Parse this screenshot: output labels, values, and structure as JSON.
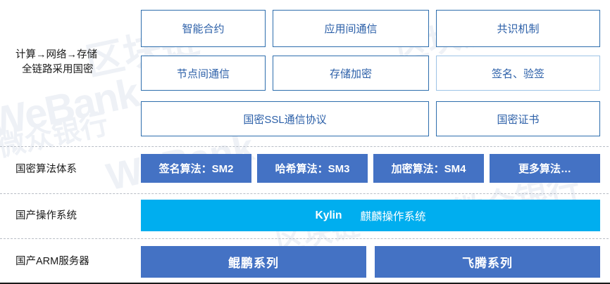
{
  "watermark": {
    "brand_latin": "WeBank",
    "brand_cn": "微众银行",
    "tag_cn": "区块链"
  },
  "colors": {
    "outline_border": "#2e6ead",
    "outline_border_light": "#9dc3e6",
    "outline_text": "#2b5fa8",
    "solid_blue": "#4472c4",
    "cyan": "#00aeef",
    "separator": "#b9bec6",
    "label_text": "#1a1a1a"
  },
  "bands": [
    {
      "id": "crypto-stack",
      "label_line1": "计算→网络→存储",
      "label_line2": "全链路采用国密",
      "rows": [
        {
          "id": "row-1",
          "boxes": [
            {
              "label": "智能合约",
              "style": "outline"
            },
            {
              "label": "应用间通信",
              "style": "outline"
            },
            {
              "label": "共识机制",
              "style": "outline"
            }
          ]
        },
        {
          "id": "row-2",
          "boxes": [
            {
              "label": "节点间通信",
              "style": "outline"
            },
            {
              "label": "存储加密",
              "style": "outline"
            },
            {
              "label": "签名、验签",
              "style": "outline-light"
            }
          ]
        },
        {
          "id": "row-3",
          "boxes": [
            {
              "label": "国密SSL通信协议",
              "style": "outline",
              "span": 2
            },
            {
              "label": "国密证书",
              "style": "outline",
              "span": 1
            }
          ]
        }
      ]
    },
    {
      "id": "algorithms",
      "label_line1": "国密算法体系",
      "label_line2": "",
      "rows": [
        {
          "id": "row-alg",
          "boxes": [
            {
              "label": "签名算法：SM2",
              "style": "solid"
            },
            {
              "label": "哈希算法：SM3",
              "style": "solid"
            },
            {
              "label": "加密算法：SM4",
              "style": "solid"
            },
            {
              "label": "更多算法…",
              "style": "solid"
            }
          ]
        }
      ]
    },
    {
      "id": "operating-system",
      "label_line1": "国产操作系统",
      "label_line2": "",
      "rows": [
        {
          "id": "row-os",
          "boxes": [
            {
              "label": "Kylin",
              "label2": "麒麟操作系统",
              "style": "cyan"
            }
          ]
        }
      ]
    },
    {
      "id": "arm-server",
      "label_line1": "国产ARM服务器",
      "label_line2": "",
      "rows": [
        {
          "id": "row-arm",
          "boxes": [
            {
              "label": "鲲鹏系列",
              "style": "navy"
            },
            {
              "label": "飞腾系列",
              "style": "navy"
            }
          ]
        }
      ]
    }
  ]
}
